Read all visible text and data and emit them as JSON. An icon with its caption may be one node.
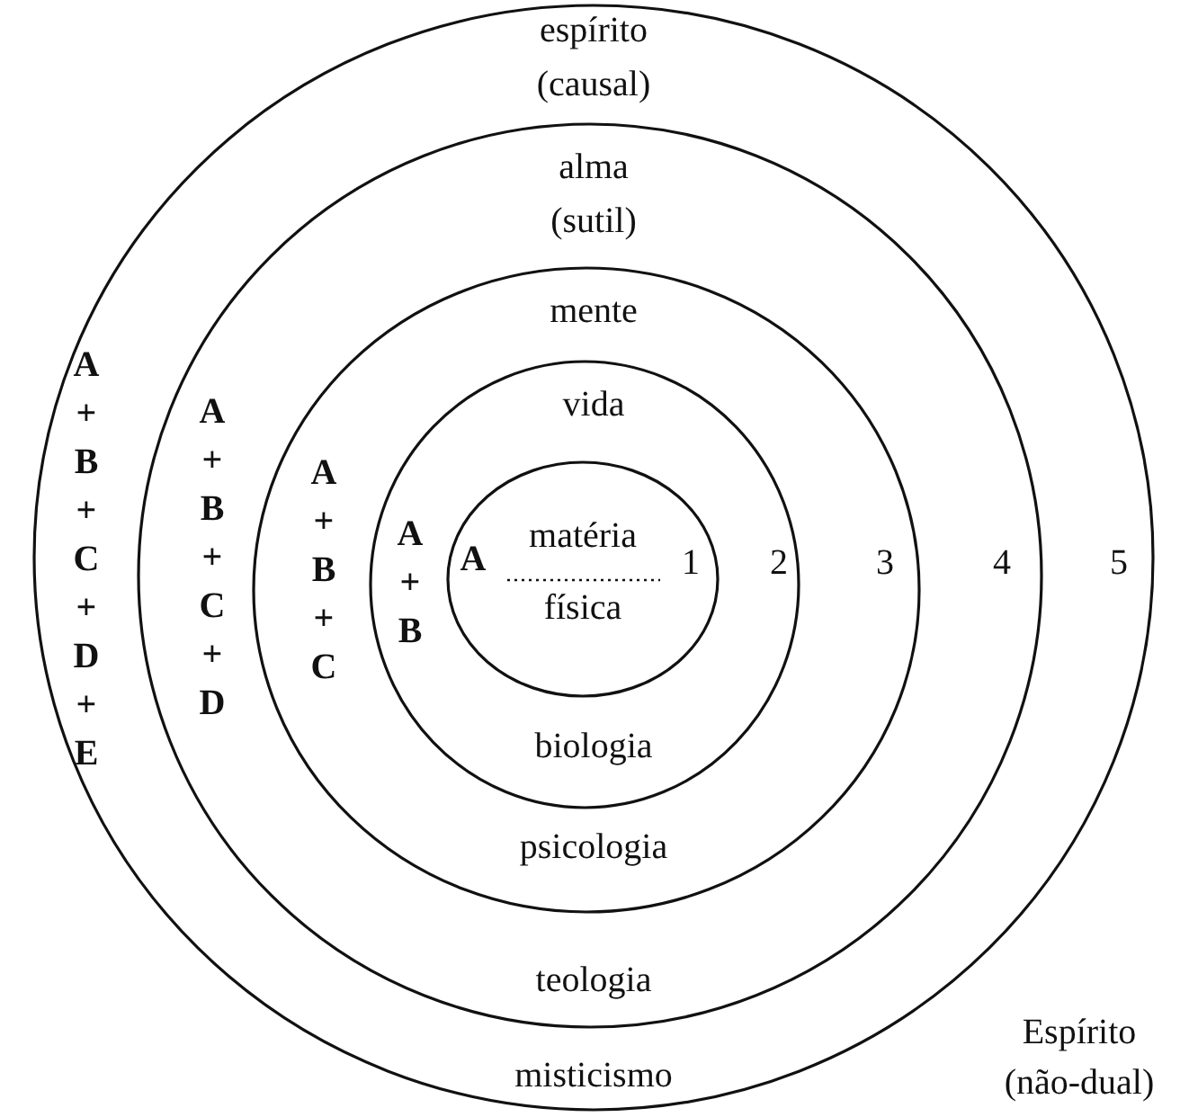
{
  "diagram": {
    "nodes": [
      {
        "text": [
          "espírito (causal)",
          "A + B + C + D + E",
          "5",
          "misticismo"
        ]
      },
      {
        "text": [
          "alma (sutil)",
          "A + B + C + D",
          "4",
          "teologia"
        ],
        "in": 0
      },
      {
        "text": [
          "mente",
          "A + B + C",
          "3",
          "psicologia"
        ],
        "in": 1
      },
      {
        "text": [
          "vida",
          "A + B",
          "2",
          "biologia"
        ],
        "in": 2
      },
      {
        "text": [
          "matéria",
          "física",
          "A",
          "1"
        ],
        "in": 3
      }
    ],
    "labels": [
      "Espírito (não-dual)"
    ]
  }
}
